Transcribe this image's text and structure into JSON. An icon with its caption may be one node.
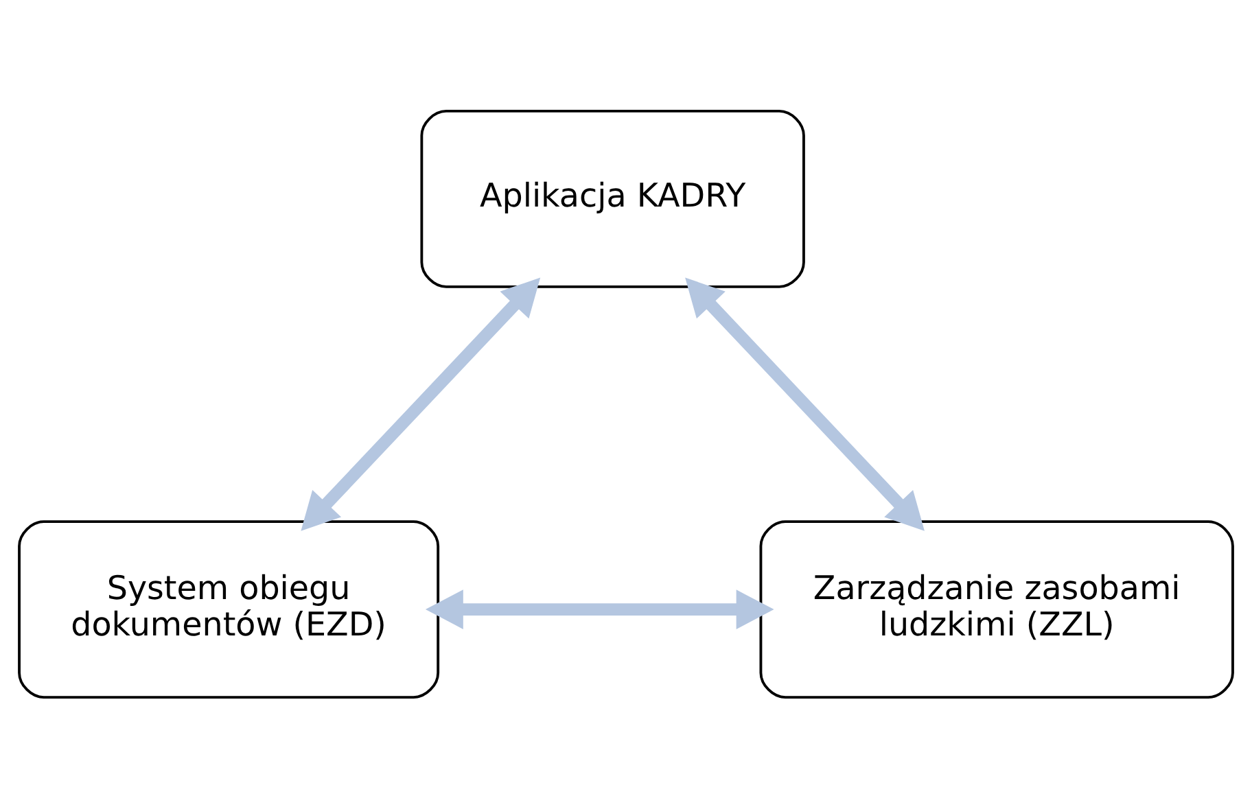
{
  "diagram": {
    "nodes": [
      {
        "text": [
          "Aplikacja KADRY"
        ]
      },
      {
        "text": [
          "System obiegu dokumentów (EZD)"
        ]
      },
      {
        "text": [
          "Zarządzanie zasobami ludzkimi (ZZL)"
        ]
      }
    ],
    "edges": [
      {
        "from": 1,
        "to": 0,
        "arrow": "both"
      },
      {
        "from": 0,
        "to": 2,
        "arrow": "both"
      },
      {
        "from": 1,
        "to": 2,
        "arrow": "both"
      }
    ]
  }
}
